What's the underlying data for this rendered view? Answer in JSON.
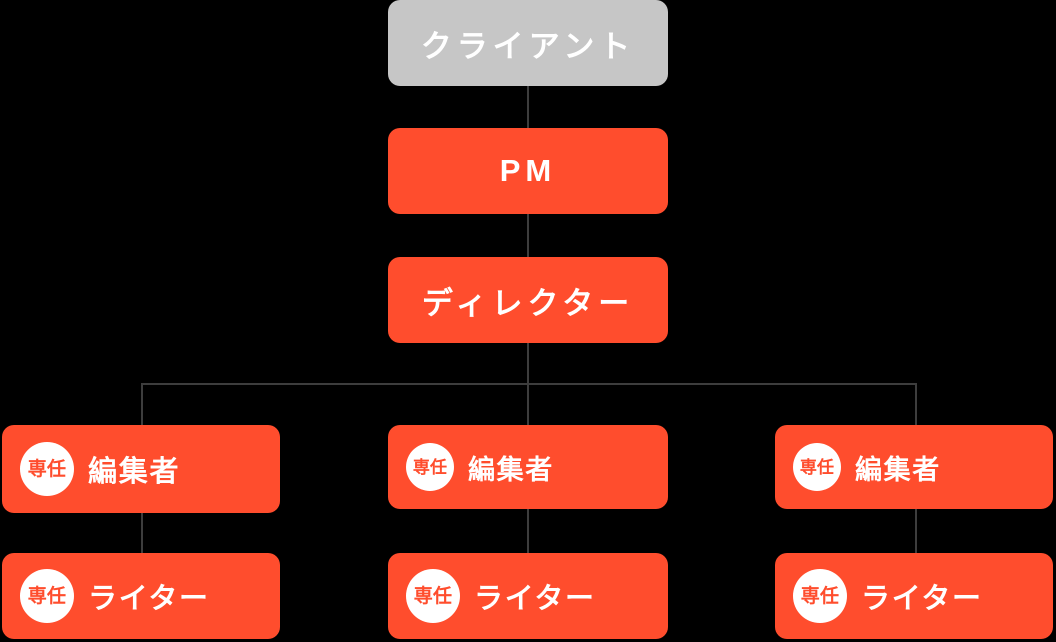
{
  "chart_data": {
    "type": "diagram",
    "title": "",
    "diagram_kind": "organization-chart",
    "colors": {
      "background": "#000000",
      "accent": "#ff4d2d",
      "client": "#c6c6c6",
      "connector": "#3d3d3d",
      "label": "#ffffff"
    },
    "nodes": [
      {
        "id": "client",
        "label": "クライアント",
        "level": 0,
        "style": "client"
      },
      {
        "id": "pm",
        "label": "PM",
        "level": 1,
        "style": "accent"
      },
      {
        "id": "director",
        "label": "ディレクター",
        "level": 2,
        "style": "accent"
      },
      {
        "id": "editor1",
        "label": "編集者",
        "level": 3,
        "style": "staff",
        "badge": "専任",
        "column": 1
      },
      {
        "id": "editor2",
        "label": "編集者",
        "level": 3,
        "style": "staff",
        "badge": "専任",
        "column": 2
      },
      {
        "id": "editor3",
        "label": "編集者",
        "level": 3,
        "style": "staff",
        "badge": "専任",
        "column": 3
      },
      {
        "id": "writer1",
        "label": "ライター",
        "level": 4,
        "style": "staff",
        "badge": "専任",
        "column": 1
      },
      {
        "id": "writer2",
        "label": "ライター",
        "level": 4,
        "style": "staff",
        "badge": "専任",
        "column": 2
      },
      {
        "id": "writer3",
        "label": "ライター",
        "level": 4,
        "style": "staff",
        "badge": "専任",
        "column": 3
      }
    ],
    "edges": [
      {
        "from": "client",
        "to": "pm"
      },
      {
        "from": "pm",
        "to": "director"
      },
      {
        "from": "director",
        "to": "editor1"
      },
      {
        "from": "director",
        "to": "editor2"
      },
      {
        "from": "director",
        "to": "editor3"
      },
      {
        "from": "editor1",
        "to": "writer1"
      },
      {
        "from": "editor2",
        "to": "writer2"
      },
      {
        "from": "editor3",
        "to": "writer3"
      }
    ]
  },
  "nodes": {
    "client": {
      "label": "クライアント"
    },
    "pm": {
      "label": "PM"
    },
    "director": {
      "label": "ディレクター"
    },
    "editor1": {
      "badge": "専任",
      "label": "編集者"
    },
    "editor2": {
      "badge": "専任",
      "label": "編集者"
    },
    "editor3": {
      "badge": "専任",
      "label": "編集者"
    },
    "writer1": {
      "badge": "専任",
      "label": "ライター"
    },
    "writer2": {
      "badge": "専任",
      "label": "ライター"
    },
    "writer3": {
      "badge": "専任",
      "label": "ライター"
    }
  }
}
